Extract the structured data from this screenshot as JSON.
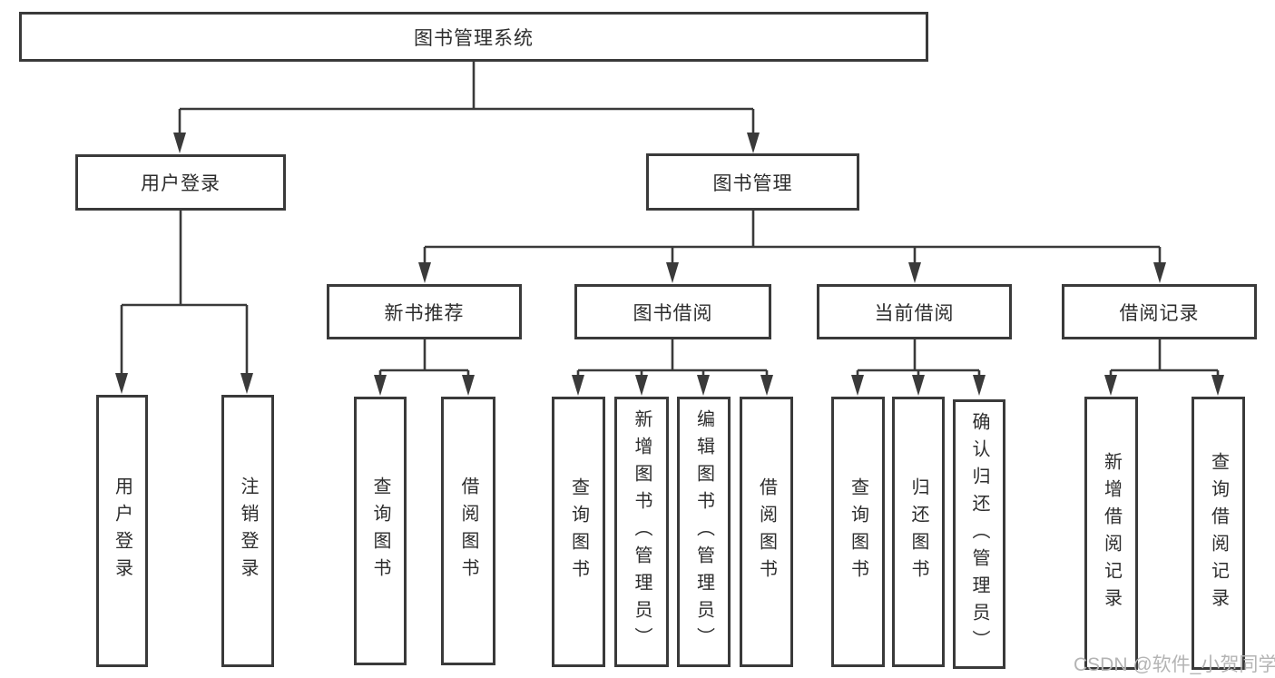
{
  "nodes": {
    "root": "图书管理系统",
    "userLogin": "用户登录",
    "bookMgmt": "图书管理",
    "newBook": "新书推荐",
    "bookBorrow": "图书借阅",
    "currentBorrow": "当前借阅",
    "borrowRecord": "借阅记录"
  },
  "leaves": {
    "userLogin": "用户登录",
    "logout": "注销登录",
    "nbQuery": "查询图书",
    "nbBorrow": "借阅图书",
    "bbQuery": "查询图书",
    "bbAdd": "新增图书（管理员）",
    "bbEdit": "编辑图书（管理员）",
    "bbBorrow": "借阅图书",
    "cbQuery": "查询图书",
    "cbReturn": "归还图书",
    "cbConfirm": "确认归还（管理员）",
    "brAdd": "新增借阅记录",
    "brQuery": "查询借阅记录"
  },
  "watermark": "CSDN @软件_小贺同学",
  "colors": {
    "line": "#3a3a3a",
    "text": "#2d2d2d",
    "watermark": "#b4b4b4",
    "background": "#ffffff"
  }
}
